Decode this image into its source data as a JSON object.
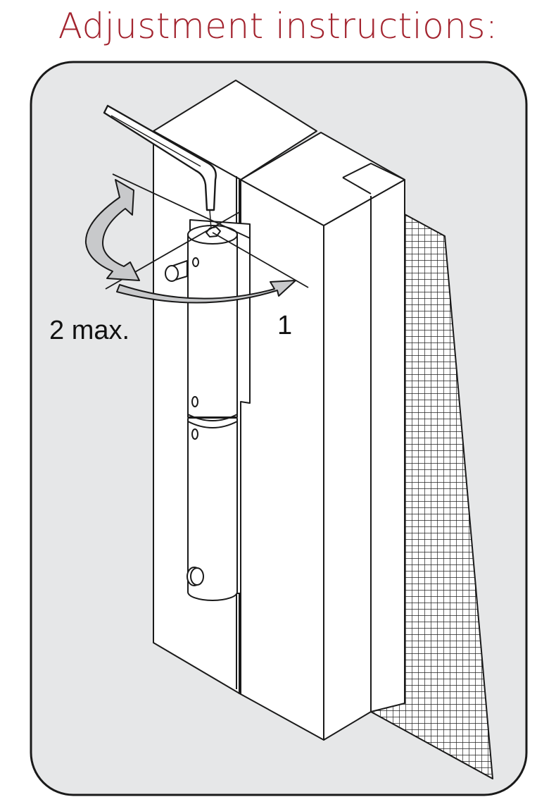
{
  "title": "Adjustment instructions:",
  "colors": {
    "title": "#a3242f",
    "panel_bg": "#e6e7e8",
    "line": "#1a1a1a",
    "arrow_fill": "#c8c9cb"
  },
  "labels": {
    "max_rotation": "2 max.",
    "step": "1"
  },
  "icons": [
    "hex-key-icon",
    "rotate-counterclockwise-arrow-icon",
    "rotate-clockwise-arrow-icon"
  ]
}
